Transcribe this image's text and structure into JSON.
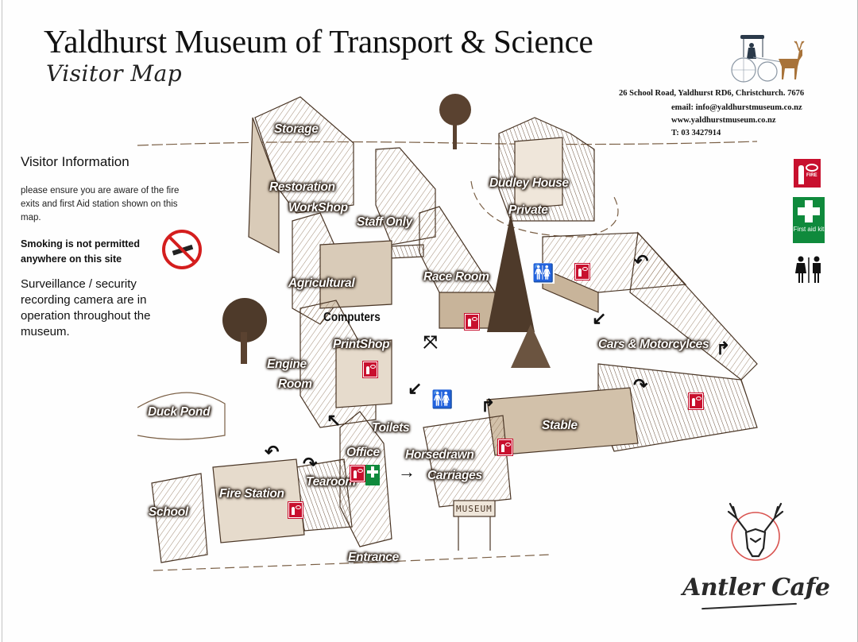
{
  "header": {
    "title": "Yaldhurst Museum of Transport & Science",
    "subtitle": "Visitor Map"
  },
  "contact": {
    "address": "26 School Road, Yaldhurst RD6, Christchurch. 7676",
    "email": "email: info@yaldhurstmuseum.co.nz",
    "website": "www.yaldhurstmuseum.co.nz",
    "phone": "T: 03 3427914"
  },
  "logo": {
    "icon": "horse-carriage-stag-logo-icon"
  },
  "visitor_info": {
    "heading": "Visitor Information",
    "notice": "please ensure you are aware of the fire exits and first Aid station shown on this map.",
    "smoking": "Smoking is not permitted anywhere on this site",
    "smoking_icon": "no-smoking-icon",
    "surveillance": "Surveillance / security recording camera are in operation throughout the museum."
  },
  "legend": {
    "items": [
      {
        "icon": "fire-extinguisher-icon",
        "label": "FIRE",
        "color": "#c8102e"
      },
      {
        "icon": "first-aid-kit-icon",
        "label": "First aid kit",
        "color": "#0f8a3c"
      },
      {
        "icon": "toilets-icon",
        "label": ""
      }
    ]
  },
  "map": {
    "labels": [
      {
        "name": "Storage"
      },
      {
        "name": "Restoration"
      },
      {
        "name": "WorkShop"
      },
      {
        "name": "Staff Only"
      },
      {
        "name": "Dudley House"
      },
      {
        "name": "Private"
      },
      {
        "name": "Agricultural"
      },
      {
        "name": "Race Room"
      },
      {
        "name": "Computers"
      },
      {
        "name": "PrintShop"
      },
      {
        "name": "Cars & Motorcylces"
      },
      {
        "name": "Engine"
      },
      {
        "name": "Room"
      },
      {
        "name": "Duck Pond"
      },
      {
        "name": "Toilets"
      },
      {
        "name": "Stable"
      },
      {
        "name": "Office"
      },
      {
        "name": "Horsedrawn"
      },
      {
        "name": "Carriages"
      },
      {
        "name": "Tearoom"
      },
      {
        "name": "Fire Station"
      },
      {
        "name": "School"
      },
      {
        "name": "Entrance"
      },
      {
        "name": "MUSEUM"
      }
    ]
  },
  "cafe": {
    "name": "Antler Cafe",
    "icon": "stag-head-icon",
    "ring_color": "#d9534f"
  }
}
